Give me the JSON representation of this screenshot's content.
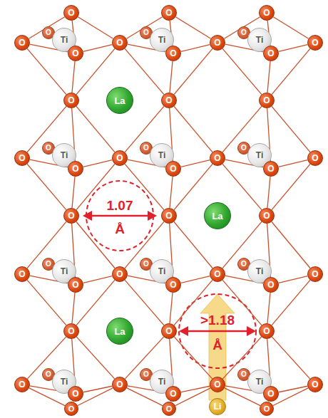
{
  "diagram": {
    "nodes": [
      {
        "text": [
          "O"
        ]
      },
      {
        "text": [
          "O"
        ]
      },
      {
        "text": [
          "O"
        ]
      },
      {
        "text": [
          "O"
        ]
      },
      {
        "text": [
          "O"
        ]
      },
      {
        "text": [
          "Ti"
        ]
      },
      {
        "text": [
          "O"
        ]
      },
      {
        "text": [
          "O"
        ]
      },
      {
        "text": [
          "O"
        ]
      },
      {
        "text": [
          "Ti"
        ]
      },
      {
        "text": [
          "O"
        ]
      },
      {
        "text": [
          "O"
        ]
      },
      {
        "text": [
          "O"
        ]
      },
      {
        "text": [
          "Ti"
        ]
      },
      {
        "text": [
          "O"
        ]
      },
      {
        "text": [
          "O"
        ]
      },
      {
        "text": [
          "O"
        ]
      },
      {
        "text": [
          "La"
        ]
      },
      {
        "text": [
          "O"
        ]
      },
      {
        "text": [
          "O"
        ]
      },
      {
        "text": [
          "O"
        ]
      },
      {
        "text": [
          "O"
        ]
      },
      {
        "text": [
          "Ti"
        ]
      },
      {
        "text": [
          "O"
        ]
      },
      {
        "text": [
          "O"
        ]
      },
      {
        "text": [
          "O"
        ]
      },
      {
        "text": [
          "Ti"
        ]
      },
      {
        "text": [
          "O"
        ]
      },
      {
        "text": [
          "O"
        ]
      },
      {
        "text": [
          "O"
        ]
      },
      {
        "text": [
          "Ti"
        ]
      },
      {
        "text": [
          "O"
        ]
      },
      {
        "text": [
          "O"
        ]
      },
      {
        "text": [
          "O"
        ]
      },
      {
        "text": [
          "O"
        ]
      },
      {
        "text": [
          "La"
        ]
      },
      {
        "text": [
          "O"
        ]
      },
      {
        "text": [
          "O"
        ]
      },
      {
        "text": [
          "O"
        ]
      },
      {
        "text": [
          "Ti"
        ]
      },
      {
        "text": [
          "O"
        ]
      },
      {
        "text": [
          "O"
        ]
      },
      {
        "text": [
          "O"
        ]
      },
      {
        "text": [
          "Ti"
        ]
      },
      {
        "text": [
          "O"
        ]
      },
      {
        "text": [
          "O"
        ]
      },
      {
        "text": [
          "O"
        ]
      },
      {
        "text": [
          "Ti"
        ]
      },
      {
        "text": [
          "O"
        ]
      },
      {
        "text": [
          "O"
        ]
      },
      {
        "text": [
          "O"
        ]
      },
      {
        "text": [
          "La"
        ]
      },
      {
        "text": [
          "O"
        ]
      },
      {
        "text": [
          "O"
        ]
      },
      {
        "text": [
          "O"
        ]
      },
      {
        "text": [
          "O"
        ]
      },
      {
        "text": [
          "Ti"
        ]
      },
      {
        "text": [
          "O"
        ]
      },
      {
        "text": [
          "O"
        ]
      },
      {
        "text": [
          "O"
        ]
      },
      {
        "text": [
          "Ti"
        ]
      },
      {
        "text": [
          "O"
        ]
      },
      {
        "text": [
          "O"
        ]
      },
      {
        "text": [
          "O"
        ]
      },
      {
        "text": [
          "Ti"
        ]
      },
      {
        "text": [
          "O"
        ]
      },
      {
        "text": [
          "O"
        ]
      },
      {
        "text": [
          "O"
        ]
      },
      {
        "text": [
          "O"
        ]
      },
      {
        "text": [
          "O"
        ]
      },
      {
        "text": [
          "Li"
        ]
      }
    ],
    "edges": [
      {
        "from": 0,
        "to": 3,
        "arrow": "none"
      },
      {
        "from": 0,
        "to": 7,
        "arrow": "none"
      },
      {
        "from": 3,
        "to": 16,
        "arrow": "none"
      },
      {
        "from": 7,
        "to": 16,
        "arrow": "none"
      },
      {
        "from": 0,
        "to": 6,
        "arrow": "none"
      },
      {
        "from": 6,
        "to": 16,
        "arrow": "none"
      },
      {
        "from": 3,
        "to": 6,
        "arrow": "none"
      },
      {
        "from": 7,
        "to": 6,
        "arrow": "none"
      },
      {
        "from": 1,
        "to": 7,
        "arrow": "none"
      },
      {
        "from": 1,
        "to": 11,
        "arrow": "none"
      },
      {
        "from": 7,
        "to": 18,
        "arrow": "none"
      },
      {
        "from": 11,
        "to": 18,
        "arrow": "none"
      },
      {
        "from": 1,
        "to": 10,
        "arrow": "none"
      },
      {
        "from": 10,
        "to": 18,
        "arrow": "none"
      },
      {
        "from": 7,
        "to": 10,
        "arrow": "none"
      },
      {
        "from": 11,
        "to": 10,
        "arrow": "none"
      },
      {
        "from": 2,
        "to": 11,
        "arrow": "none"
      },
      {
        "from": 2,
        "to": 15,
        "arrow": "none"
      },
      {
        "from": 11,
        "to": 19,
        "arrow": "none"
      },
      {
        "from": 15,
        "to": 19,
        "arrow": "none"
      },
      {
        "from": 2,
        "to": 14,
        "arrow": "none"
      },
      {
        "from": 14,
        "to": 19,
        "arrow": "none"
      },
      {
        "from": 11,
        "to": 14,
        "arrow": "none"
      },
      {
        "from": 15,
        "to": 14,
        "arrow": "none"
      },
      {
        "from": 16,
        "to": 20,
        "arrow": "none"
      },
      {
        "from": 16,
        "to": 24,
        "arrow": "none"
      },
      {
        "from": 20,
        "to": 33,
        "arrow": "none"
      },
      {
        "from": 24,
        "to": 33,
        "arrow": "none"
      },
      {
        "from": 16,
        "to": 23,
        "arrow": "none"
      },
      {
        "from": 23,
        "to": 33,
        "arrow": "none"
      },
      {
        "from": 20,
        "to": 23,
        "arrow": "none"
      },
      {
        "from": 24,
        "to": 23,
        "arrow": "none"
      },
      {
        "from": 18,
        "to": 24,
        "arrow": "none"
      },
      {
        "from": 18,
        "to": 28,
        "arrow": "none"
      },
      {
        "from": 24,
        "to": 34,
        "arrow": "none"
      },
      {
        "from": 28,
        "to": 34,
        "arrow": "none"
      },
      {
        "from": 18,
        "to": 27,
        "arrow": "none"
      },
      {
        "from": 27,
        "to": 34,
        "arrow": "none"
      },
      {
        "from": 24,
        "to": 27,
        "arrow": "none"
      },
      {
        "from": 28,
        "to": 27,
        "arrow": "none"
      },
      {
        "from": 19,
        "to": 28,
        "arrow": "none"
      },
      {
        "from": 19,
        "to": 32,
        "arrow": "none"
      },
      {
        "from": 28,
        "to": 36,
        "arrow": "none"
      },
      {
        "from": 32,
        "to": 36,
        "arrow": "none"
      },
      {
        "from": 19,
        "to": 31,
        "arrow": "none"
      },
      {
        "from": 31,
        "to": 36,
        "arrow": "none"
      },
      {
        "from": 28,
        "to": 31,
        "arrow": "none"
      },
      {
        "from": 32,
        "to": 31,
        "arrow": "none"
      },
      {
        "from": 33,
        "to": 37,
        "arrow": "none"
      },
      {
        "from": 33,
        "to": 41,
        "arrow": "none"
      },
      {
        "from": 37,
        "to": 50,
        "arrow": "none"
      },
      {
        "from": 41,
        "to": 50,
        "arrow": "none"
      },
      {
        "from": 33,
        "to": 40,
        "arrow": "none"
      },
      {
        "from": 40,
        "to": 50,
        "arrow": "none"
      },
      {
        "from": 37,
        "to": 40,
        "arrow": "none"
      },
      {
        "from": 41,
        "to": 40,
        "arrow": "none"
      },
      {
        "from": 34,
        "to": 41,
        "arrow": "none"
      },
      {
        "from": 34,
        "to": 45,
        "arrow": "none"
      },
      {
        "from": 41,
        "to": 52,
        "arrow": "none"
      },
      {
        "from": 45,
        "to": 52,
        "arrow": "none"
      },
      {
        "from": 34,
        "to": 44,
        "arrow": "none"
      },
      {
        "from": 44,
        "to": 52,
        "arrow": "none"
      },
      {
        "from": 41,
        "to": 44,
        "arrow": "none"
      },
      {
        "from": 45,
        "to": 44,
        "arrow": "none"
      },
      {
        "from": 36,
        "to": 45,
        "arrow": "none"
      },
      {
        "from": 36,
        "to": 49,
        "arrow": "none"
      },
      {
        "from": 45,
        "to": 53,
        "arrow": "none"
      },
      {
        "from": 49,
        "to": 53,
        "arrow": "none"
      },
      {
        "from": 36,
        "to": 48,
        "arrow": "none"
      },
      {
        "from": 48,
        "to": 53,
        "arrow": "none"
      },
      {
        "from": 45,
        "to": 48,
        "arrow": "none"
      },
      {
        "from": 49,
        "to": 48,
        "arrow": "none"
      },
      {
        "from": 50,
        "to": 54,
        "arrow": "none"
      },
      {
        "from": 50,
        "to": 58,
        "arrow": "none"
      },
      {
        "from": 54,
        "to": 67,
        "arrow": "none"
      },
      {
        "from": 58,
        "to": 67,
        "arrow": "none"
      },
      {
        "from": 50,
        "to": 57,
        "arrow": "none"
      },
      {
        "from": 57,
        "to": 67,
        "arrow": "none"
      },
      {
        "from": 54,
        "to": 57,
        "arrow": "none"
      },
      {
        "from": 58,
        "to": 57,
        "arrow": "none"
      },
      {
        "from": 52,
        "to": 58,
        "arrow": "none"
      },
      {
        "from": 52,
        "to": 62,
        "arrow": "none"
      },
      {
        "from": 58,
        "to": 68,
        "arrow": "none"
      },
      {
        "from": 62,
        "to": 68,
        "arrow": "none"
      },
      {
        "from": 52,
        "to": 61,
        "arrow": "none"
      },
      {
        "from": 61,
        "to": 68,
        "arrow": "none"
      },
      {
        "from": 58,
        "to": 61,
        "arrow": "none"
      },
      {
        "from": 62,
        "to": 61,
        "arrow": "none"
      },
      {
        "from": 53,
        "to": 62,
        "arrow": "none"
      },
      {
        "from": 53,
        "to": 66,
        "arrow": "none"
      },
      {
        "from": 62,
        "to": 69,
        "arrow": "none"
      },
      {
        "from": 66,
        "to": 69,
        "arrow": "none"
      },
      {
        "from": 53,
        "to": 65,
        "arrow": "none"
      },
      {
        "from": 65,
        "to": 69,
        "arrow": "none"
      },
      {
        "from": 62,
        "to": 65,
        "arrow": "none"
      },
      {
        "from": 66,
        "to": 65,
        "arrow": "none"
      }
    ],
    "labels": [
      "1.07",
      "Å",
      ">1.18",
      "Å"
    ]
  }
}
